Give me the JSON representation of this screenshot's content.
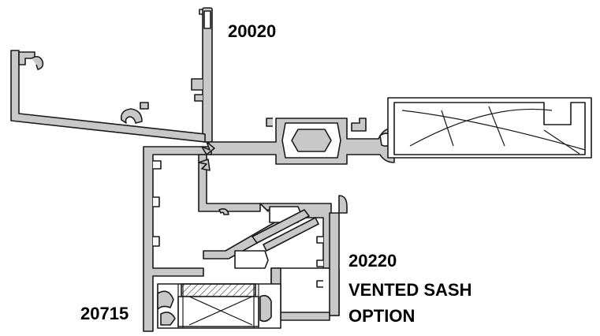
{
  "callouts": {
    "part_top": "20020",
    "part_right": "20220",
    "part_right_note_line1": "VENTED SASH",
    "part_right_note_line2": "OPTION",
    "part_left": "20715"
  },
  "colors": {
    "profile_fill": "#c8c8c8",
    "profile_stroke": "#1a1a1a",
    "background": "#ffffff"
  }
}
